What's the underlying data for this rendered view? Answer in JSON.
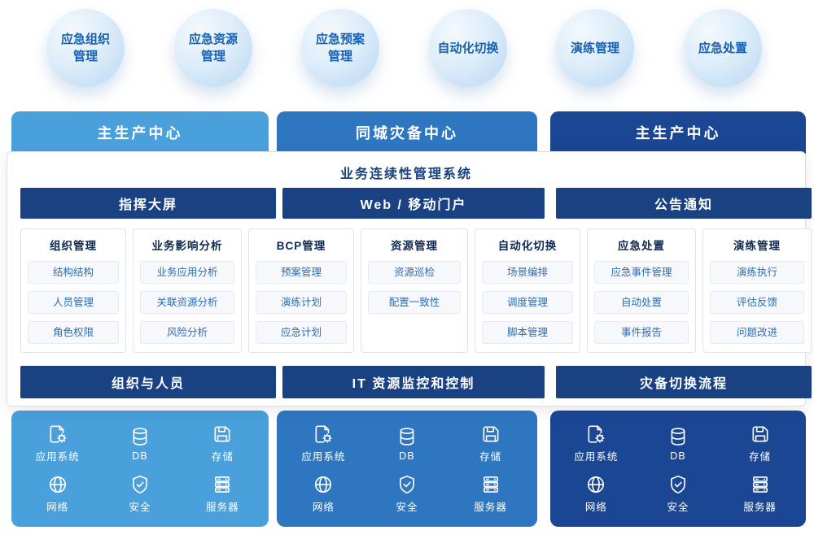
{
  "palette": {
    "light_blue": "#4AA0DB",
    "medium_blue": "#2E77C0",
    "dark_blue": "#1A4693",
    "bar_navy": "#1A4182",
    "title_blue": "#17417F",
    "item_text_blue": "#2C6DB4"
  },
  "capabilities": [
    {
      "label": "应急组织\n管理"
    },
    {
      "label": "应急资源\n管理"
    },
    {
      "label": "应急预案\n管理"
    },
    {
      "label": "自动化切换"
    },
    {
      "label": "演练管理"
    },
    {
      "label": "应急处置"
    }
  ],
  "centers": [
    {
      "label": "主生产中心"
    },
    {
      "label": "同城灾备中心"
    },
    {
      "label": "主生产中心"
    }
  ],
  "system": {
    "title": "业务连续性管理系统",
    "portals": [
      "指挥大屏",
      "Web / 移动门户",
      "公告通知"
    ],
    "modules": [
      {
        "title": "组织管理",
        "items": [
          "结构结构",
          "人员管理",
          "角色权限"
        ]
      },
      {
        "title": "业务影响分析",
        "items": [
          "业务应用分析",
          "关联资源分析",
          "风险分析"
        ]
      },
      {
        "title": "BCP管理",
        "items": [
          "预案管理",
          "演练计划",
          "应急计划"
        ]
      },
      {
        "title": "资源管理",
        "items": [
          "资源巡检",
          "配置一致性"
        ]
      },
      {
        "title": "自动化切换",
        "items": [
          "场景编排",
          "调度管理",
          "脚本管理"
        ]
      },
      {
        "title": "应急处置",
        "items": [
          "应急事件管理",
          "自动处置",
          "事件报告"
        ]
      },
      {
        "title": "演练管理",
        "items": [
          "演练执行",
          "评估反馈",
          "问题改进"
        ]
      }
    ],
    "foundations": [
      "组织与人员",
      "IT 资源监控和控制",
      "灾备切换流程"
    ]
  },
  "infrastructure": {
    "items": [
      {
        "label": "应用系统",
        "icon": "app-system-icon"
      },
      {
        "label": "DB",
        "icon": "database-icon"
      },
      {
        "label": "存储",
        "icon": "storage-icon"
      },
      {
        "label": "网络",
        "icon": "network-icon"
      },
      {
        "label": "安全",
        "icon": "security-icon"
      },
      {
        "label": "服务器",
        "icon": "server-icon"
      }
    ]
  }
}
